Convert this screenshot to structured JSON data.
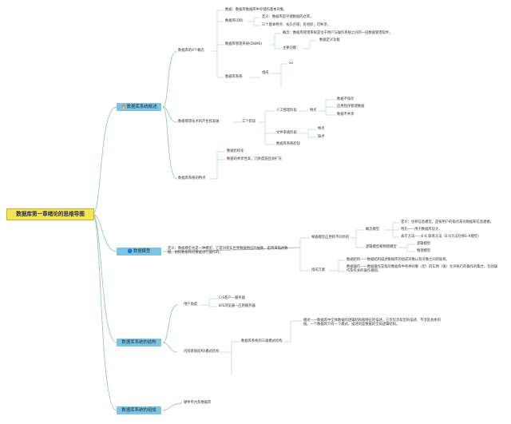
{
  "root": "数据库第一章绪论的思维导图",
  "branches": [
    {
      "label": "数据库系统概述",
      "icon": "🔥"
    },
    {
      "label": "数据模型",
      "icon": "🔵"
    },
    {
      "label": "数据库系统的结构",
      "icon": ""
    },
    {
      "label": "数据库系统的组成",
      "icon": ""
    }
  ],
  "b1": {
    "concepts": "数据库的4个概念",
    "data": "数据：数据库数据库中存储的基本对象。",
    "db": "数据库(DB)",
    "db_def": "定义：数据库是存储数据的仓库。",
    "db_traits": "三个基本特点：永久存储；有组织；可共享。",
    "dbms": "数据库管理系统(DBMS)",
    "dbms_concept": "概念：数据库管理系统是位于用户与操作系统之间的一层数据管理软件。",
    "dbms_func": "主要功能：",
    "dbms_func1": "数据定义功能",
    "dbs": "数据库系统",
    "dbs_comp": "组成",
    "dbs_items": [
      "xx",
      "",
      "",
      ""
    ],
    "history": "数据管理技术的产生和发展",
    "stages": "三个阶段",
    "manual": "人工管理阶段",
    "manual_feat": "特点",
    "manual_items": [
      "数据不保存",
      "应用程序管理数据",
      "数据不共享"
    ],
    "filesys": "文件系统阶段",
    "filesys_items": [
      "特点",
      "缺点"
    ],
    "dbstage": "数据库系统阶段",
    "features": "数据库系统的特点",
    "features_items": [
      "数据结构化",
      "数据的共享性高，冗余度低且易扩充"
    ]
  },
  "b2": {
    "desc": "定义：数据模型也是一种模型，它是对现实世界数据特征的抽象。是用来描述数据、组织数据和对数据进行操作的。",
    "two_types": "根据模型应用的不同目的",
    "conceptual": "概念模型",
    "concept_def": "定义：也称信息模型，是按用户的观点来对数据和信息建模。",
    "concept_use": "用先——用于数据库设计。",
    "concept_repr": "表示方法——E-R 联系方法（E-R方法也称E-R模型）",
    "logical": "逻辑模型和物理模型",
    "logical_items": [
      "逻辑模型",
      "物理模型"
    ],
    "elements": "组成元素",
    "struct": "数据结构——数据结构描述数据库的组成对象以及对象之间的联系。",
    "ops": "数据操作——数据操作是指对数据库中各种对象（型）的实例（值）允许执行的操作的集合，包括操作及有关的操作规则。"
  },
  "b3": {
    "user_view": "用户角度",
    "cs": "C/S客户—服务器",
    "bs": "B/S浏览器—应用服务器",
    "internal": "内部系统结构/模式结构",
    "three_level": "数据库系统的三级模式结构",
    "schema": "模式——数据库中全体数据的逻辑结构和特征的描述，它仅仅涉及型的描述，不涉及具体的值。一个数据库只有一个模式。描述的是数据的全局逻辑结构。"
  },
  "b4": {
    "hw": "硬件平台及数据库"
  }
}
